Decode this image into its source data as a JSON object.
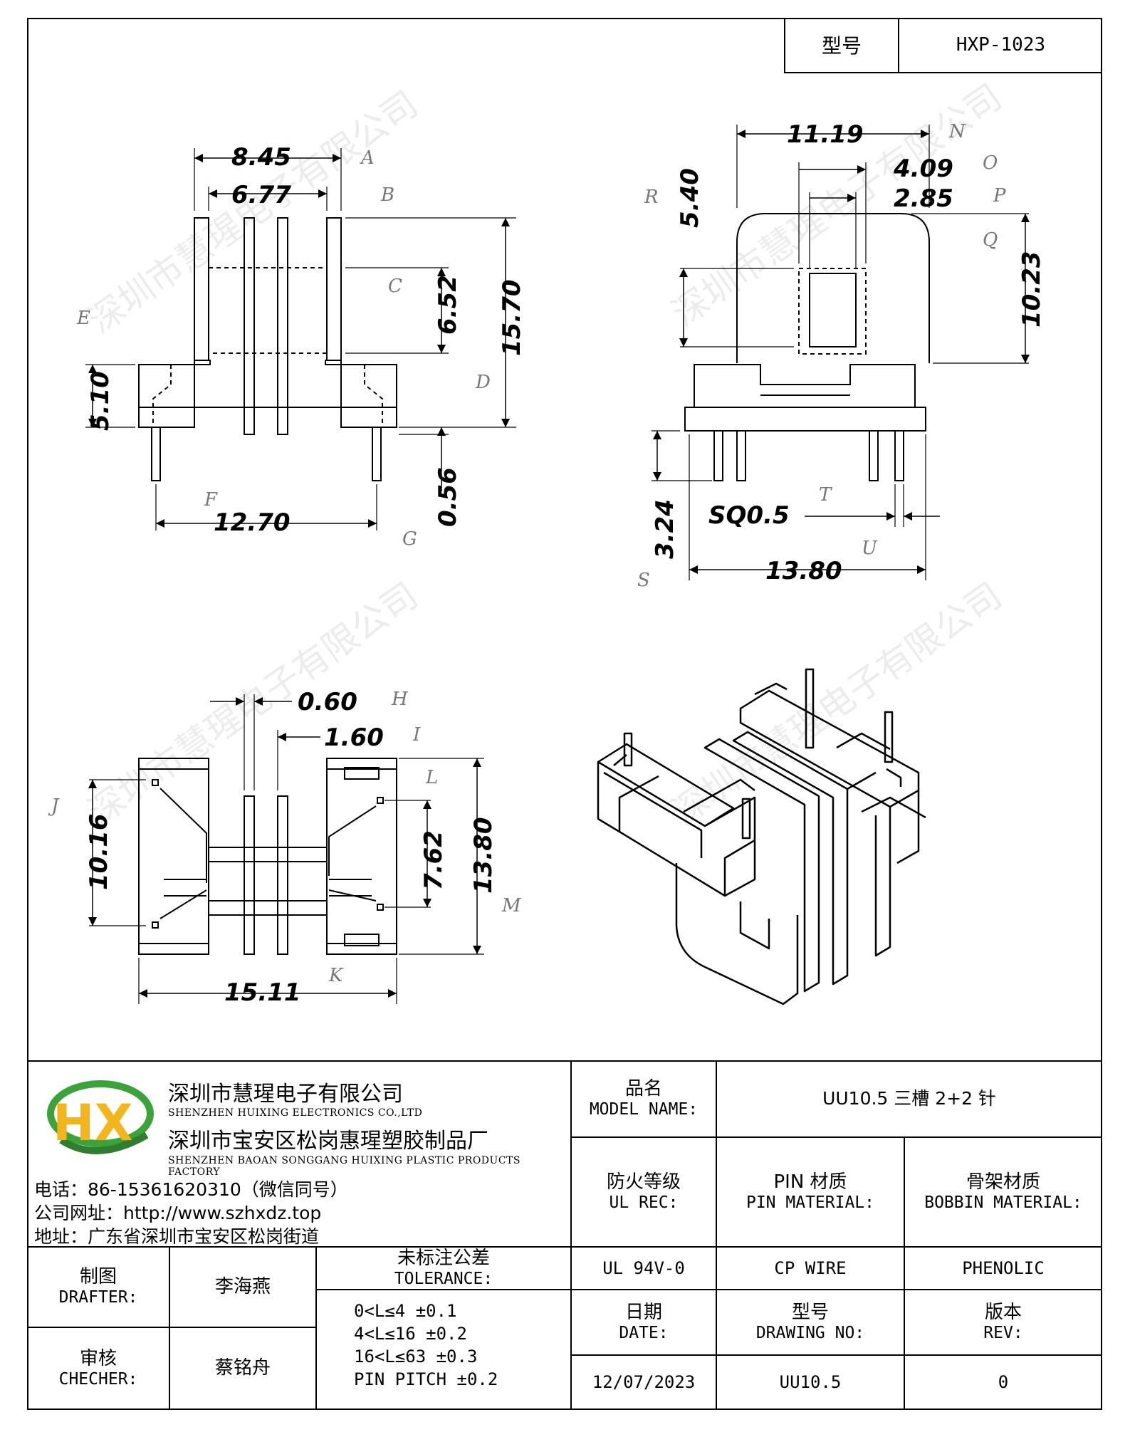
{
  "header": {
    "model_label": "型号",
    "model_value": "HXP-1023"
  },
  "drawing": {
    "front_view": {
      "dims": [
        "8.45",
        "6.77",
        "6.52",
        "15.70",
        "5.10",
        "12.70",
        "0.56"
      ],
      "tags": [
        "A",
        "B",
        "C",
        "D",
        "E",
        "F",
        "G"
      ]
    },
    "side_view": {
      "dims": [
        "11.19",
        "4.09",
        "2.85",
        "5.40",
        "10.23",
        "3.24",
        "SQ0.5",
        "13.80"
      ],
      "tags": [
        "N",
        "O",
        "P",
        "R",
        "Q",
        "S",
        "T",
        "U"
      ]
    },
    "top_view": {
      "dims": [
        "0.60",
        "1.60",
        "10.16",
        "7.62",
        "13.80",
        "15.11"
      ],
      "tags": [
        "H",
        "I",
        "J",
        "L",
        "M",
        "K"
      ]
    }
  },
  "watermark": "深圳市慧瑆电子有限公司",
  "title_block": {
    "company": {
      "logo_text": "HX",
      "name_cn": "深圳市慧瑆电子有限公司",
      "name_en": "SHENZHEN HUIXING ELECTRONICS CO.,LTD",
      "factory_cn": "深圳市宝安区松岗惠瑆塑胶制品厂",
      "factory_en": "SHENZHEN BAOAN SONGGANG HUIXING PLASTIC PRODUCTS FACTORY",
      "phone": "电话：86-15361620310（微信同号）",
      "website": "公司网址：http://www.szhxdz.top",
      "address": "地址：广东省深圳市宝安区松岗街道"
    },
    "model_name": {
      "cn": "品名",
      "en": "MODEL NAME:",
      "value": "UU10.5 三槽 2+2 针"
    },
    "ul_rec": {
      "cn": "防火等级",
      "en": "UL REC:",
      "value": "UL 94V-0"
    },
    "pin_material": {
      "cn": "PIN 材质",
      "en": "PIN MATERIAL:",
      "value": "CP WIRE"
    },
    "bobbin_material": {
      "cn": "骨架材质",
      "en": "BOBBIN MATERIAL:",
      "value": "PHENOLIC"
    },
    "drafter": {
      "cn": "制图",
      "en": "DRAFTER:",
      "value": "李海燕"
    },
    "checker": {
      "cn": "审核",
      "en": "CHECHER:",
      "value": "蔡铭舟"
    },
    "tolerance": {
      "cn": "未标注公差",
      "en": "TOLERANCE:",
      "lines": [
        "0<L≤4   ±0.1",
        "4<L≤16  ±0.2",
        "16<L≤63  ±0.3",
        "PIN PITCH  ±0.2"
      ]
    },
    "date": {
      "cn": "日期",
      "en": "DATE:",
      "value": "12/07/2023"
    },
    "drawing_no": {
      "cn": "型号",
      "en": "DRAWING NO:",
      "value": "UU10.5"
    },
    "rev": {
      "cn": "版本",
      "en": "REV:",
      "value": "0"
    }
  }
}
